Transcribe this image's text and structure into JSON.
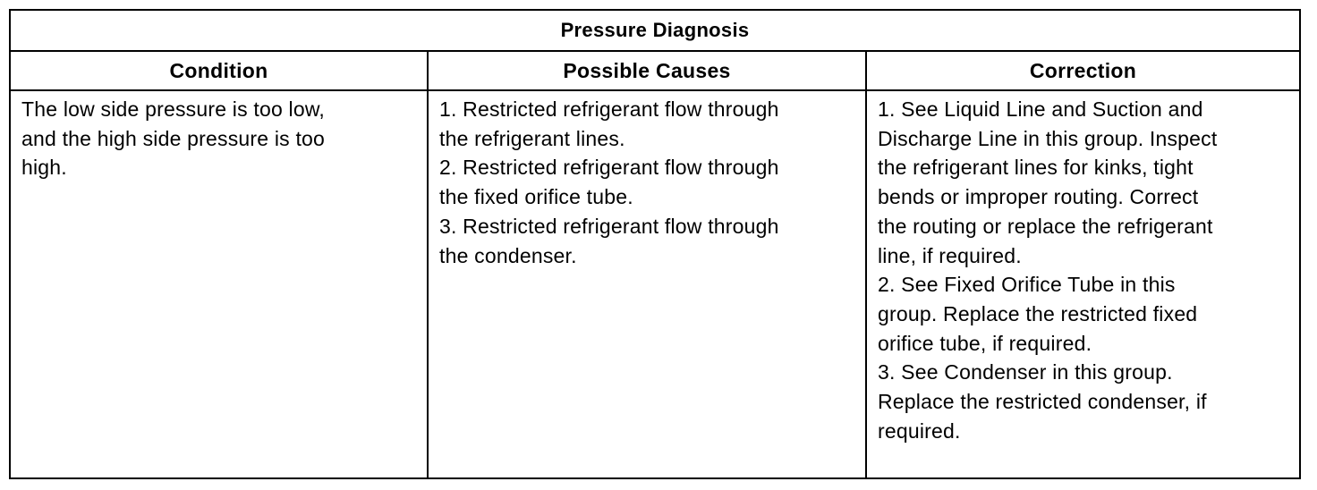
{
  "table": {
    "title": "Pressure Diagnosis",
    "headers": [
      "Condition",
      "Possible Causes",
      "Correction"
    ],
    "condition_lines": [
      "The low side pressure is too low,",
      "and the high side pressure is too",
      "high."
    ],
    "causes_lines": [
      "1. Restricted refrigerant flow through",
      "the refrigerant lines.",
      "2. Restricted refrigerant flow through",
      "the fixed orifice tube.",
      "3. Restricted refrigerant flow through",
      "the condenser."
    ],
    "correction_lines": [
      "1. See Liquid Line and Suction and",
      "Discharge Line in this group. Inspect",
      "the refrigerant lines for kinks, tight",
      "bends or improper routing. Correct",
      "the routing or replace the refrigerant",
      "line, if required.",
      "2. See Fixed Orifice Tube in this",
      "group. Replace the restricted fixed",
      "orifice tube, if required.",
      "3. See Condenser in this group.",
      "Replace the restricted condenser, if",
      "required."
    ]
  }
}
